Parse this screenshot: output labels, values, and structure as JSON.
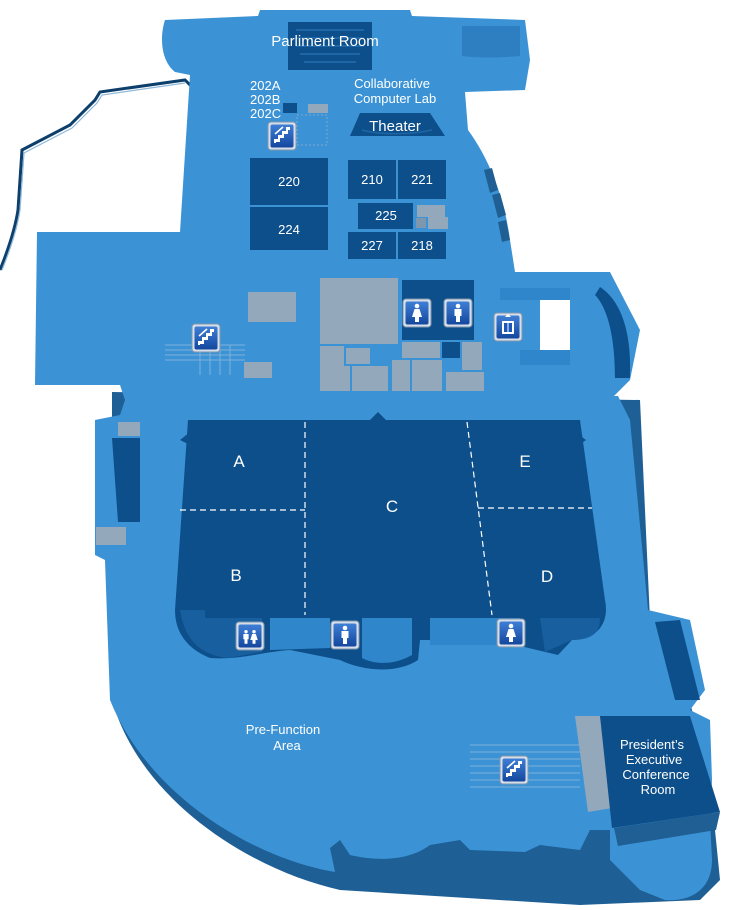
{
  "colors": {
    "floor": "#3b93d6",
    "floor_edge": "#2a7bbd",
    "room": "#0d4f8a",
    "room_dark": "#0a4278",
    "gray_room": "#93a8bb",
    "shadow": "#1f5f93",
    "outline": "#0a3d6b",
    "label": "#ffffff",
    "icon_bg": "#1b57b8",
    "icon_frame": "#c9d6e4"
  },
  "labels": {
    "parliment_room": "Parliment Room",
    "room_202a": "202A",
    "room_202b": "202B",
    "room_202c": "202C",
    "collab_lab_line1": "Collaborative",
    "collab_lab_line2": "Computer Lab",
    "theater": "Theater",
    "room_220": "220",
    "room_210": "210",
    "room_221": "221",
    "room_225": "225",
    "room_224": "224",
    "room_227": "227",
    "room_218": "218",
    "hall_a": "A",
    "hall_b": "B",
    "hall_c": "C",
    "hall_d": "D",
    "hall_e": "E",
    "prefunction_line1": "Pre-Function",
    "prefunction_line2": "Area",
    "presidents_line1": "President’s",
    "presidents_line2": "Executive",
    "presidents_line3": "Conference",
    "presidents_line4": "Room"
  },
  "icons": {
    "stairs": "stairs-icon",
    "restroom_women": "restroom-women-icon",
    "restroom_men": "restroom-men-icon",
    "restroom_family": "restroom-family-icon",
    "elevator": "elevator-icon"
  }
}
